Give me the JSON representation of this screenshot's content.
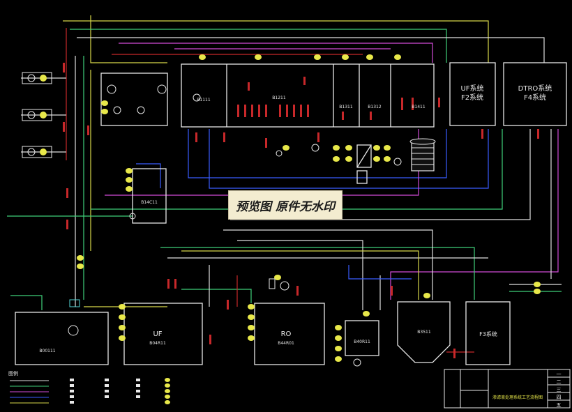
{
  "colors": {
    "background": "#000000",
    "equipment_outline": "#e8e8e8",
    "pipe_yellow": "#d8d84a",
    "pipe_green": "#3fd07a",
    "pipe_blue": "#3a5cff",
    "pipe_magenta": "#d24bd8",
    "pipe_red": "#c8282a",
    "pipe_white": "#e0e0e0",
    "pipe_cyan": "#55d6d6",
    "tag_yellow": "#e8e84a",
    "watermark_bg": "#f3ecd0"
  },
  "equipment": {
    "uf_f2": {
      "line1": "UF系统",
      "line2": "F2系统"
    },
    "dtro_f4": {
      "line1": "DTRO系统",
      "line2": "F4系统"
    },
    "uf_tank": {
      "name": "UF",
      "code": "B04R11"
    },
    "ro_tank": {
      "name": "RO",
      "code": "B44R01"
    },
    "left_tank": {
      "code": "B00111"
    },
    "f3": {
      "code": "F3系统"
    },
    "bio_b1": {
      "code": "B1111"
    },
    "bio_b2": {
      "code": "B1211"
    },
    "bio_b3": {
      "code": "B1311"
    },
    "bio_b4": {
      "code": "B1312"
    },
    "bio_b5": {
      "code": "B1411"
    },
    "sludge": {
      "code": "B3511"
    },
    "small_b": {
      "code": "B40R11"
    },
    "aux_tank": {
      "code": "B14C11"
    }
  },
  "watermark": "预览图 原件无水印",
  "title_block": {
    "rows": [
      "一",
      "二",
      "三",
      "四",
      "五"
    ],
    "title": "渗滤液处理系统工艺流程图"
  },
  "legend": {
    "heading": "图例"
  }
}
